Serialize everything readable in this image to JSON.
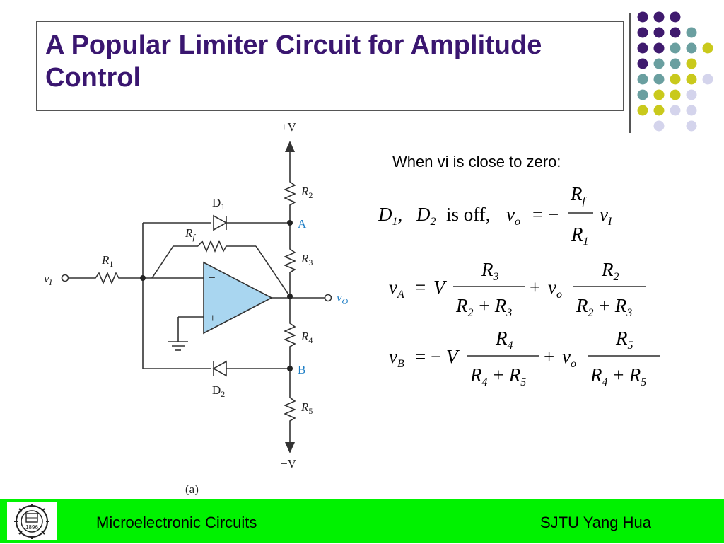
{
  "slide": {
    "title": "A Popular Limiter Circuit for Amplitude Control"
  },
  "schematic": {
    "supply_pos": "+V",
    "supply_neg": "−V",
    "input_label": "v",
    "input_sub": "I",
    "output_label": "v",
    "output_sub": "O",
    "node_a": "A",
    "node_b": "B",
    "r1": "R",
    "r1_sub": "1",
    "rf": "R",
    "rf_sub": "f",
    "r2": "R",
    "r2_sub": "2",
    "r3": "R",
    "r3_sub": "3",
    "r4": "R",
    "r4_sub": "4",
    "r5": "R",
    "r5_sub": "5",
    "d1": "D",
    "d1_sub": "1",
    "d2": "D",
    "d2_sub": "2",
    "minus": "−",
    "plus": "+",
    "caption": "(a)"
  },
  "text": {
    "condition": "When vi is close to zero:"
  },
  "equations": {
    "eq1": {
      "d1": "D",
      "d1_sub": "1",
      "comma": ",",
      "d2": "D",
      "d2_sub": "2",
      "is_off": "is off,",
      "vo": "v",
      "vo_sub": "o",
      "eq_minus": "= −",
      "num": "R",
      "num_sub": "f",
      "den": "R",
      "den_sub": "1",
      "vi": "v",
      "vi_sub": "I"
    },
    "eq2": {
      "lhs": "v",
      "lhs_sub": "A",
      "eq": "=",
      "v": "V",
      "f1_num": "R",
      "f1_num_sub": "3",
      "f1_den_a": "R",
      "f1_den_a_sub": "2",
      "plus1": "+",
      "f1_den_b": "R",
      "f1_den_b_sub": "3",
      "plus": "+",
      "vo": "v",
      "vo_sub": "o",
      "f2_num": "R",
      "f2_num_sub": "2",
      "f2_den_a": "R",
      "f2_den_a_sub": "2",
      "plus2": "+",
      "f2_den_b": "R",
      "f2_den_b_sub": "3"
    },
    "eq3": {
      "lhs": "v",
      "lhs_sub": "B",
      "eq": "= −",
      "v": "V",
      "f1_num": "R",
      "f1_num_sub": "4",
      "f1_den_a": "R",
      "f1_den_a_sub": "4",
      "plus1": "+",
      "f1_den_b": "R",
      "f1_den_b_sub": "5",
      "plus": "+",
      "vo": "v",
      "vo_sub": "o",
      "f2_num": "R",
      "f2_num_sub": "5",
      "f2_den_a": "R",
      "f2_den_a_sub": "4",
      "plus2": "+",
      "f2_den_b": "R",
      "f2_den_b_sub": "5"
    }
  },
  "footer": {
    "course": "Microelectronic Circuits",
    "author": "SJTU  Yang Hua",
    "logo_year": "1896"
  },
  "colors": {
    "title": "#3a1670",
    "footer_bg": "#00f200",
    "opamp_fill": "#a9d6f0",
    "node_label": "#1f7fc6",
    "dot_purple": "#3f1a6e",
    "dot_teal": "#6a9fa0",
    "dot_yellow": "#c9c91c",
    "dot_lavender": "#d4d4ec"
  }
}
